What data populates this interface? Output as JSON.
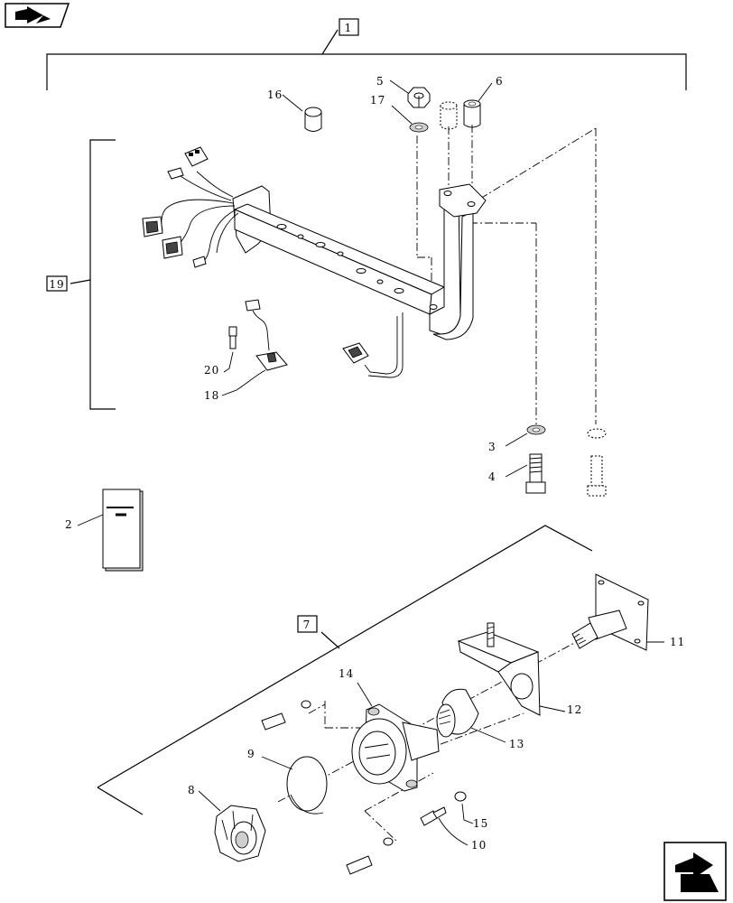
{
  "callouts": {
    "c1": "1",
    "c2": "2",
    "c3": "3",
    "c4": "4",
    "c5": "5",
    "c6": "6",
    "c7": "7",
    "c8": "8",
    "c9": "9",
    "c10": "10",
    "c11": "11",
    "c12": "12",
    "c13": "13",
    "c14": "14",
    "c15": "15",
    "c16": "16",
    "c17": "17",
    "c18": "18",
    "c19": "19",
    "c20": "20"
  },
  "icons": {
    "top_left": "book-arrow-icon",
    "bottom_right": "next-page-arrow-icon"
  }
}
